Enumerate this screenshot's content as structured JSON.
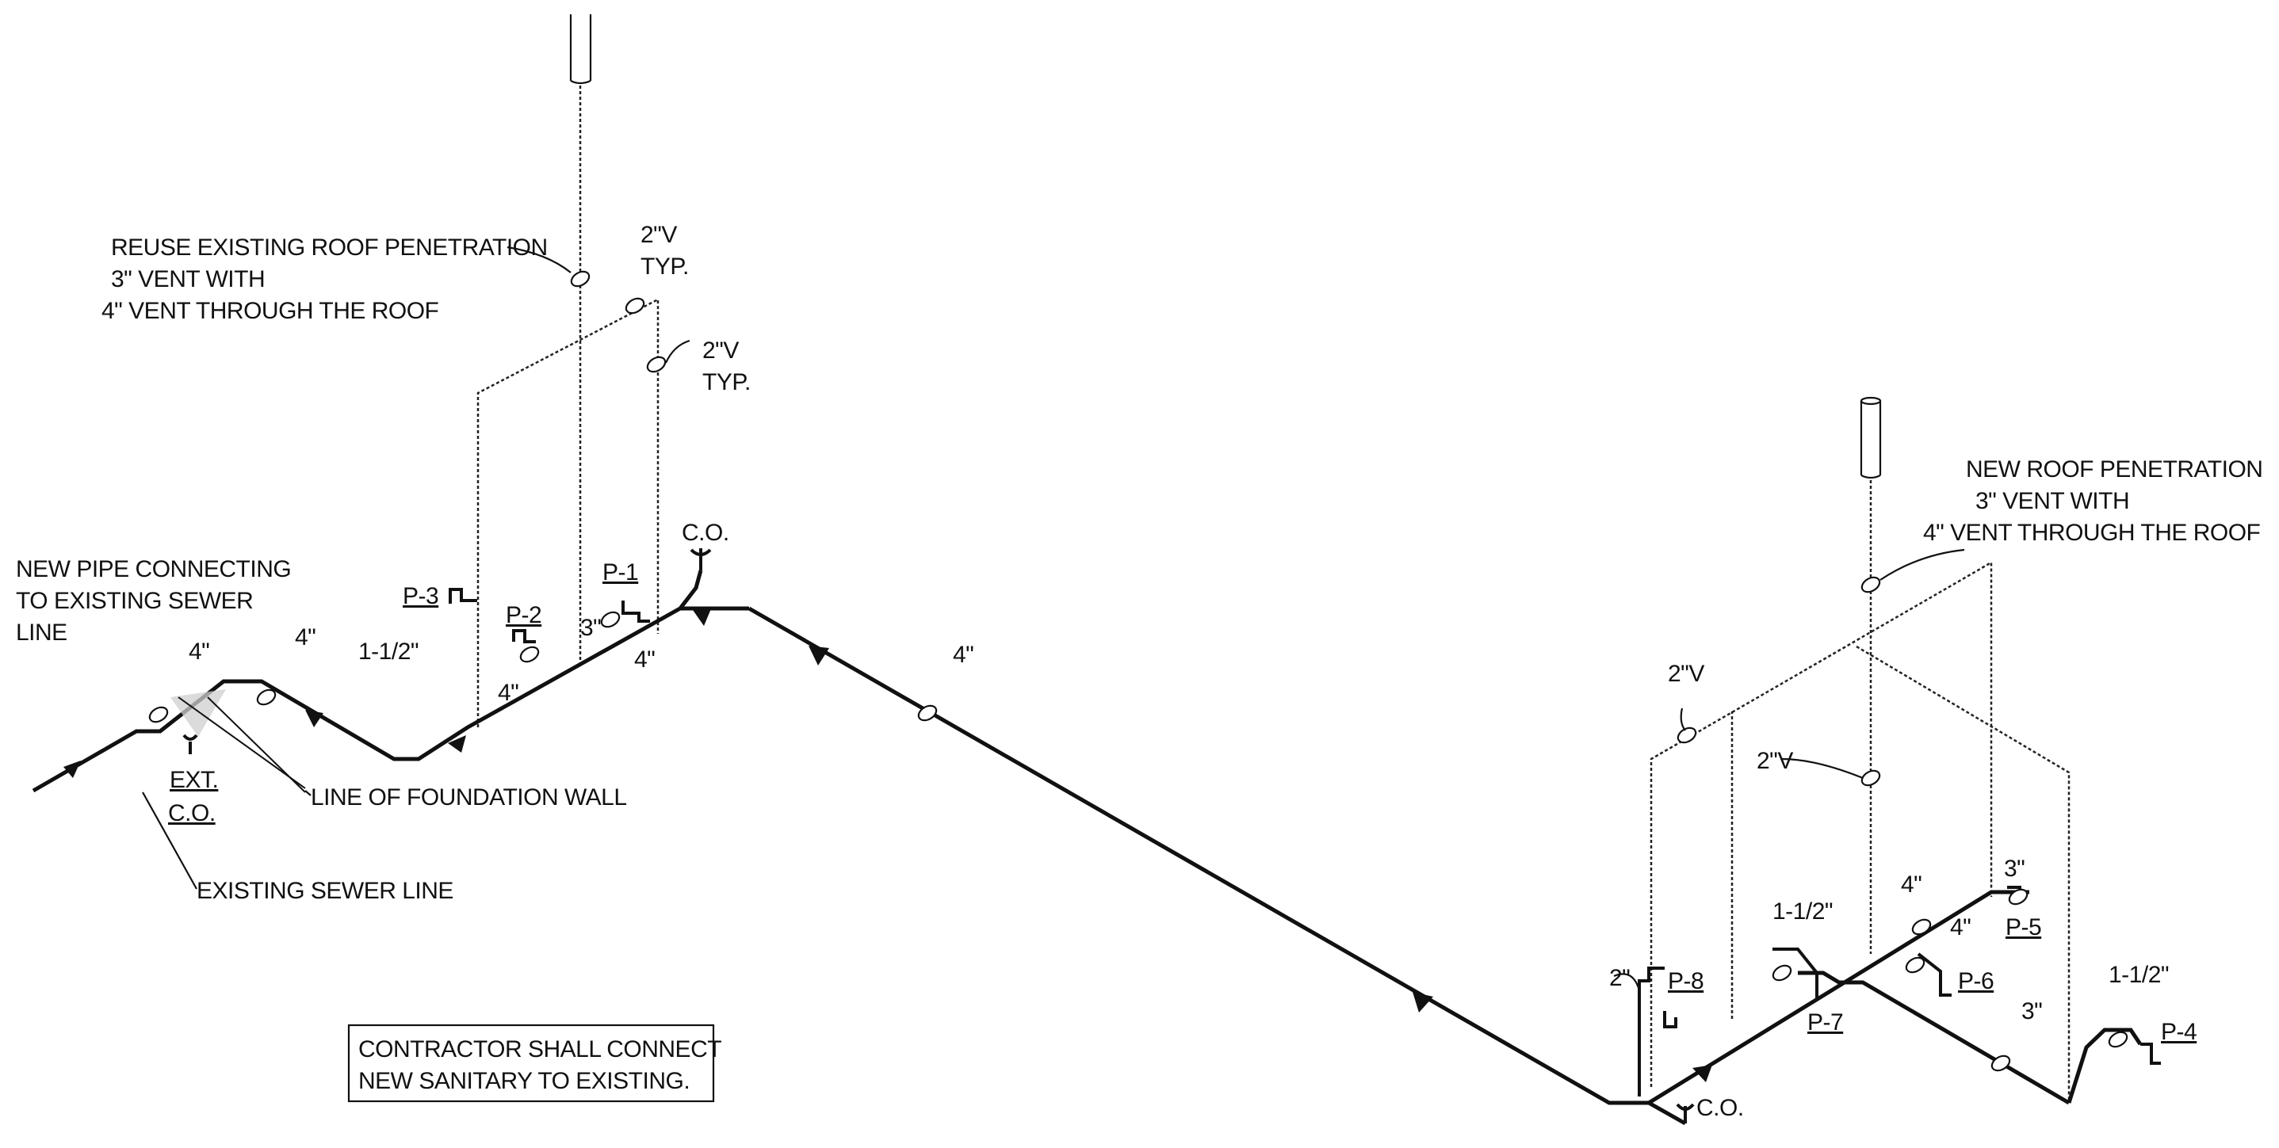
{
  "drawing": {
    "notes": {
      "reuse_roof": [
        "REUSE EXISTING ROOF PENETRATION",
        "3\" VENT WITH",
        "4\" VENT THROUGH THE ROOF"
      ],
      "new_roof": [
        "NEW ROOF PENETRATION",
        "3\" VENT WITH",
        "4\" VENT THROUGH THE ROOF"
      ],
      "new_pipe": [
        "NEW PIPE CONNECTING",
        "TO EXISTING SEWER",
        "LINE"
      ],
      "foundation": "LINE OF FOUNDATION WALL",
      "existing_sewer": "EXISTING SEWER LINE",
      "contractor": [
        "CONTRACTOR SHALL CONNECT",
        "NEW SANITARY TO EXISTING."
      ]
    },
    "ext_co": [
      "EXT.",
      "C.O."
    ],
    "cleanout": "C.O.",
    "fixtures": {
      "p1": "P-1",
      "p2": "P-2",
      "p3": "P-3",
      "p4": "P-4",
      "p5": "P-5",
      "p6": "P-6",
      "p7": "P-7",
      "p8": "P-8"
    },
    "sizes": {
      "vent_2_typ": [
        "2\"V",
        "TYP."
      ],
      "vent_2": "2\"V",
      "four": "4\"",
      "three": "3\"",
      "two": "2\"",
      "one_half": "1-1/2\""
    }
  }
}
